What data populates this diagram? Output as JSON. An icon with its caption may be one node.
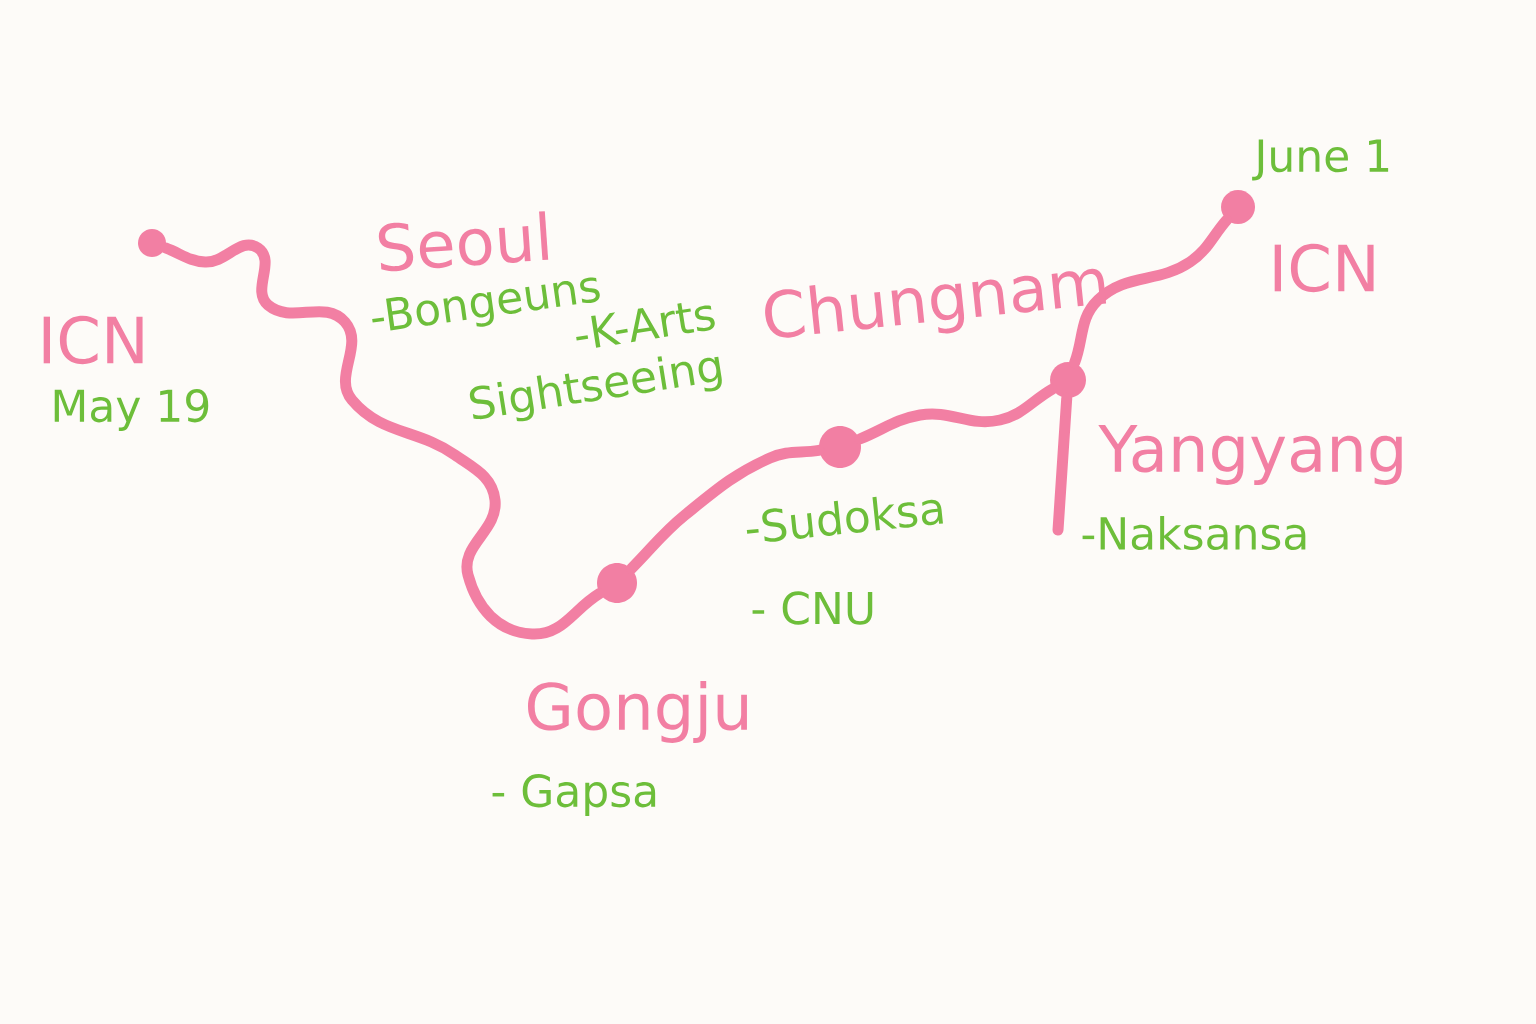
{
  "diagram": {
    "nodes": [
      {
        "text": [],
        "shape": "circle",
        "beside": [
          "ICN",
          "May 19"
        ]
      },
      {
        "text": [],
        "shape": "circle",
        "beside": [
          "Gongju",
          "- Gapsa"
        ]
      },
      {
        "text": [],
        "shape": "circle",
        "beside": [
          "-Sudoksa",
          "- CNU"
        ]
      },
      {
        "text": [],
        "shape": "circle",
        "beside": [
          "Yangyang",
          "-Naksansa"
        ]
      },
      {
        "text": [],
        "shape": "circle",
        "beside": [
          "June 1",
          "ICN"
        ]
      }
    ],
    "edges": [
      {
        "from": 0,
        "to": 1,
        "arrow": "none"
      },
      {
        "from": 1,
        "to": 2,
        "arrow": "none"
      },
      {
        "from": 2,
        "to": 3,
        "arrow": "none"
      },
      {
        "from": 3,
        "to": 4,
        "arrow": "none"
      },
      {
        "from": 3,
        "to": null,
        "arrow": "none"
      }
    ],
    "labels": [
      "Seoul",
      "-Bongeuns",
      "-K-Arts Sightseeing",
      "Chungnam"
    ]
  }
}
